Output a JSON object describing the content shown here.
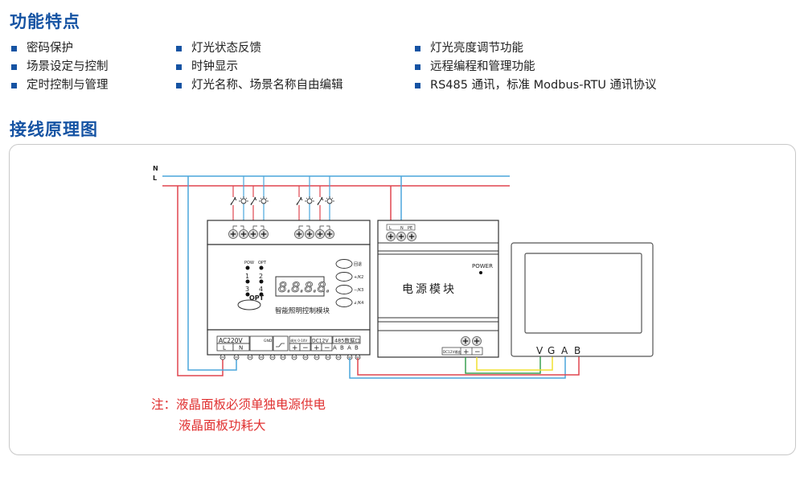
{
  "sections": {
    "features_title": "功能特点",
    "wiring_title": "接线原理图"
  },
  "features": {
    "col1": [
      "密码保护",
      "场景设定与控制",
      "定时控制与管理"
    ],
    "col2": [
      "灯光状态反馈",
      "时钟显示",
      "灯光名称、场景名称自由编辑"
    ],
    "col3": [
      "灯光亮度调节功能",
      "远程编程和管理功能",
      "RS485 通讯，标准 Modbus-RTU 通讯协议"
    ]
  },
  "diagram": {
    "bus_labels": {
      "n": "N",
      "l": "L"
    },
    "control_module": {
      "name": "智能照明控制模块",
      "display": "8.8.8.8.",
      "leds": [
        "POW",
        "OPT",
        "1",
        "2",
        "3",
        "4"
      ],
      "opt_button": "OPT",
      "side_buttons": [
        "回退",
        "+/K2",
        "−/K3",
        "↲/K4"
      ],
      "terminals": {
        "ac": "AC220V",
        "l": "L",
        "n": "N",
        "gnd": "GND",
        "dimming": "调光 0-10V",
        "dc": "DC12V",
        "plus": "+",
        "minus": "−",
        "rs485": "485数据口",
        "a": "A",
        "b": "B"
      }
    },
    "power_module": {
      "name": "电源模块",
      "power_label": "POWER",
      "input_terminals": [
        "L",
        "N",
        "PE"
      ],
      "output_label": "DC12V输出",
      "output_terminals": [
        "+",
        "−"
      ]
    },
    "lcd_panel": {
      "pins": [
        "V",
        "G",
        "A",
        "B"
      ]
    },
    "wire_colors": {
      "live": "#e0454f",
      "neutral": "#4aa6dc",
      "positive": "#3aa052",
      "negative": "#f1e030",
      "frame": "#333333"
    }
  },
  "notes": {
    "prefix": "注：",
    "line1": "液晶面板必须单独电源供电",
    "line2": "液晶面板功耗大"
  }
}
